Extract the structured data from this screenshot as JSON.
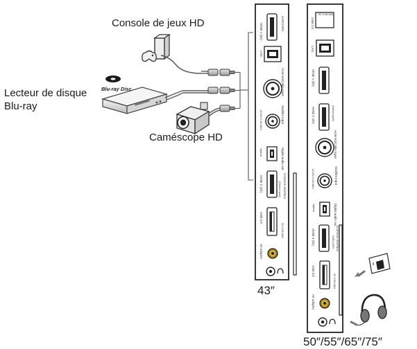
{
  "devices": {
    "console": "Console de jeux HD",
    "bluray_line1": "Lecteur de disque",
    "bluray_line2": "Blu-ray",
    "camcorder": "Caméscope HD"
  },
  "panel_43": {
    "size_label": "43″",
    "ports": {
      "hdmi1": "HDMI 1 (4K)",
      "hdmi1_sub": "eARC/ARC",
      "lan": "LAN",
      "antenna": "Antenna/Cable input",
      "satellite": "Satellite input",
      "satellite_sub": "13/18V 0.4A MAX",
      "digital_audio": "Digital audio out",
      "digital_audio_sub": "Optical",
      "hdmi2": "HDMI 2 (4K)",
      "hdmi2_sub": "(Service port)",
      "common_interface": "Common Interface",
      "usb": "USB 3.0",
      "usb_sub": "5V 0.9A MAX",
      "av_adapter": "AV adapter"
    }
  },
  "panel_large": {
    "size_label": "50″/55″/65″/75″",
    "ports": {
      "usb_top": "USB 2.0",
      "usb_top_sub": "5V 0.5A MAX",
      "lan": "LAN",
      "hdmi1": "HDMI 1 (4K)",
      "hdmi2": "HDMI 2 (4K)",
      "hdmi2_sub": "(Service port)",
      "antenna": "Antenna/Cable input",
      "satellite": "Satellite input",
      "satellite_sub": "13/18V 0.4A MAX",
      "digital_audio": "Digital audio out",
      "digital_audio_sub": "Optical",
      "common_interface": "Common Interface",
      "hdmi3": "HDMI 3 (4K)",
      "hdmi3_sub": "eARC/ARC",
      "usb": "USB 3.0",
      "usb_sub": "5V 0.9A MAX",
      "av_adapter": "AV adapter"
    }
  },
  "logo": {
    "bluray_text": "Blu-ray Disc"
  }
}
